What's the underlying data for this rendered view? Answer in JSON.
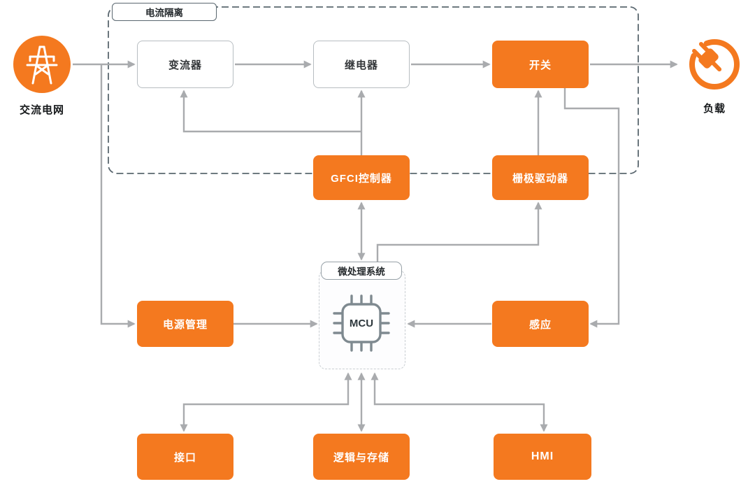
{
  "colors": {
    "accent_orange": "#F4791F",
    "arrow_gray": "#A9ABAE",
    "white_box_border": "#B7BDC1",
    "isolation_dash_border": "#5A676F"
  },
  "regions": {
    "isolation": {
      "label": "电流隔离"
    },
    "microprocessing": {
      "label": "微处理系统"
    }
  },
  "nodes": {
    "ac_grid": {
      "label": "交流电网"
    },
    "converter": {
      "label": "变流器"
    },
    "relay": {
      "label": "继电器"
    },
    "switch": {
      "label": "开关"
    },
    "load": {
      "label": "负载"
    },
    "gfci_controller": {
      "label": "GFCI控制器"
    },
    "gate_driver": {
      "label": "栅极驱动器"
    },
    "power_management": {
      "label": "电源管理"
    },
    "mcu": {
      "label": "MCU"
    },
    "sensing": {
      "label": "感应"
    },
    "interface": {
      "label": "接口"
    },
    "logic_storage": {
      "label": "逻辑与存储"
    },
    "hmi": {
      "label": "HMI"
    }
  },
  "icons": {
    "ac_grid": "transmission-tower-icon",
    "load": "power-plug-icon",
    "mcu": "chip-icon"
  }
}
